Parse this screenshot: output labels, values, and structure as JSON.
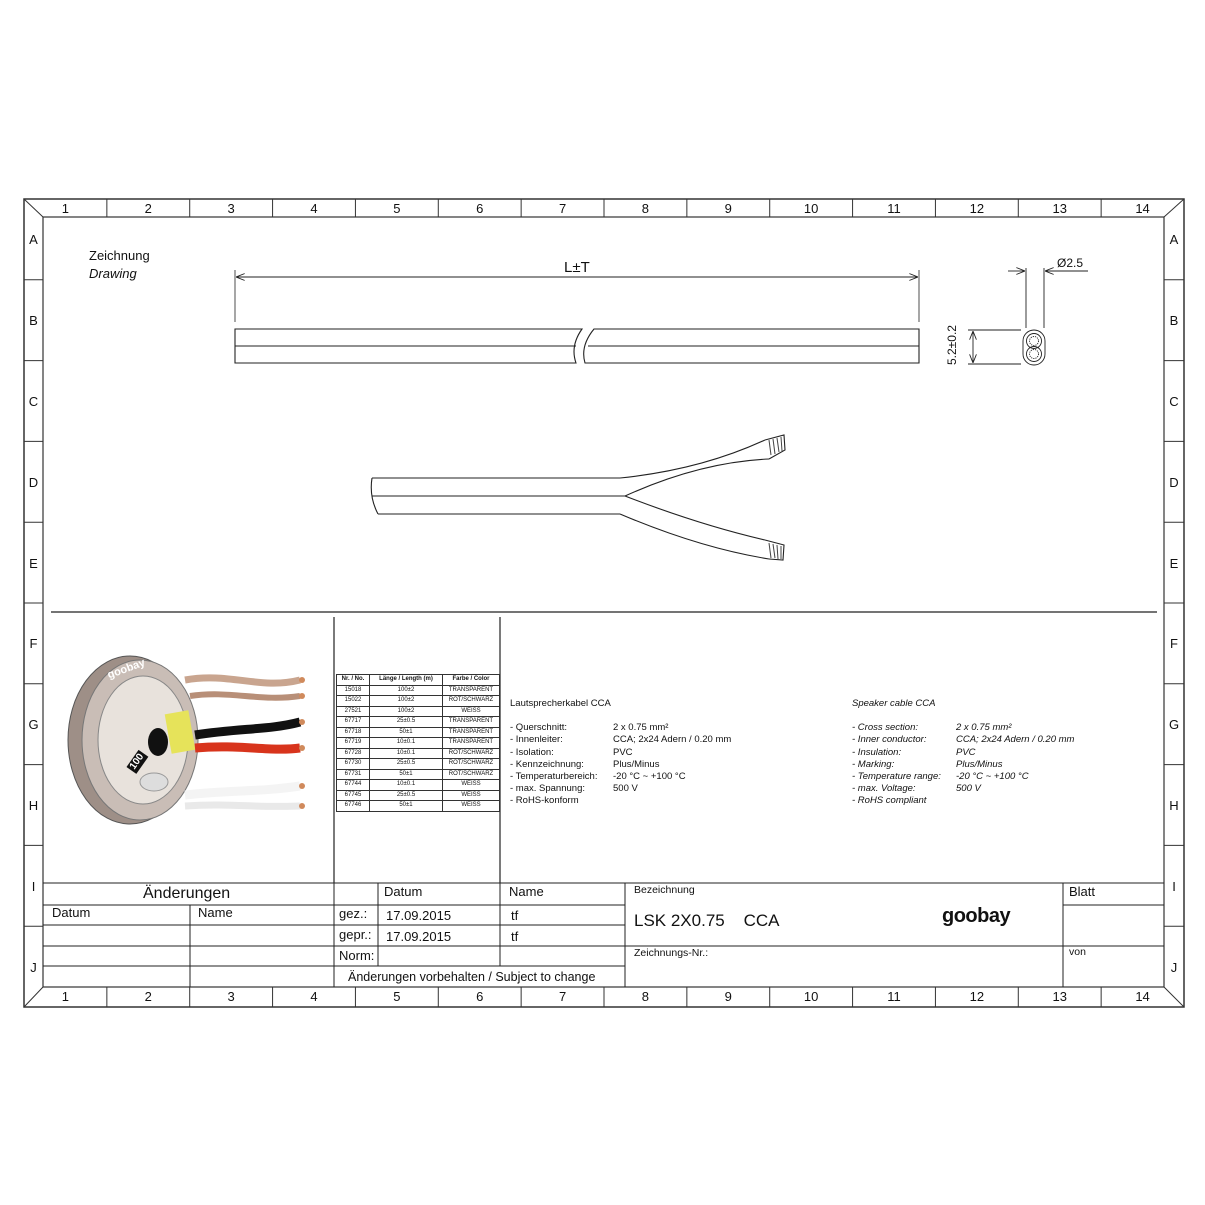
{
  "columns": [
    "1",
    "2",
    "3",
    "4",
    "5",
    "6",
    "7",
    "8",
    "9",
    "10",
    "11",
    "12",
    "13",
    "14"
  ],
  "rows": [
    "A",
    "B",
    "C",
    "D",
    "E",
    "F",
    "G",
    "H",
    "I",
    "J"
  ],
  "drawing_label": {
    "de": "Zeichnung",
    "en": "Drawing"
  },
  "dimensions": {
    "length": "L±T",
    "diameter": "Ø2.5",
    "height": "5.2±0.2"
  },
  "product_table": {
    "headers": [
      "Nr. / No.",
      "Länge / Length (m)",
      "Farbe / Color"
    ],
    "rows": [
      [
        "15018",
        "100±2",
        "TRANSPARENT"
      ],
      [
        "15022",
        "100±2",
        "ROT/SCHWARZ"
      ],
      [
        "27521",
        "100±2",
        "WEISS"
      ],
      [
        "67717",
        "25±0.5",
        "TRANSPARENT"
      ],
      [
        "67718",
        "50±1",
        "TRANSPARENT"
      ],
      [
        "67719",
        "10±0.1",
        "TRANSPARENT"
      ],
      [
        "67728",
        "10±0.1",
        "ROT/SCHWARZ"
      ],
      [
        "67730",
        "25±0.5",
        "ROT/SCHWARZ"
      ],
      [
        "67731",
        "50±1",
        "ROT/SCHWARZ"
      ],
      [
        "67744",
        "10±0.1",
        "WEISS"
      ],
      [
        "67745",
        "25±0.5",
        "WEISS"
      ],
      [
        "67746",
        "50±1",
        "WEISS"
      ]
    ]
  },
  "spec_de": {
    "title": "Lautsprecherkabel CCA",
    "rows": [
      [
        "- Querschnitt:",
        "2 x 0.75 mm²"
      ],
      [
        "- Innenleiter:",
        "CCA; 2x24 Adern / 0.20 mm"
      ],
      [
        "- Isolation:",
        "PVC"
      ],
      [
        "- Kennzeichnung:",
        "Plus/Minus"
      ],
      [
        "- Temperaturbereich:",
        "-20 °C ~ +100 °C"
      ],
      [
        "- max. Spannung:",
        "500 V"
      ],
      [
        "- RoHS-konform",
        ""
      ]
    ]
  },
  "spec_en": {
    "title": "Speaker cable CCA",
    "rows": [
      [
        "- Cross section:",
        "2 x 0.75 mm²"
      ],
      [
        "- Inner conductor:",
        "CCA; 2x24 Adern / 0.20 mm"
      ],
      [
        "- Insulation:",
        "PVC"
      ],
      [
        "- Marking:",
        "Plus/Minus"
      ],
      [
        "- Temperature range:",
        "-20 °C ~ +100 °C"
      ],
      [
        "- max. Voltage:",
        "500 V"
      ],
      [
        "- RoHS compliant",
        ""
      ]
    ]
  },
  "title_block": {
    "changes": "Änderungen",
    "col_date": "Datum",
    "col_name": "Name",
    "hdr_date": "Datum",
    "hdr_name": "Name",
    "drawn_label": "gez.:",
    "drawn_date": "17.09.2015",
    "drawn_name": "tf",
    "checked_label": "gepr.:",
    "checked_date": "17.09.2015",
    "checked_name": "tf",
    "norm_label": "Norm:",
    "subject_to_change": "Änderungen vorbehalten / Subject to change",
    "designation_label": "Bezeichnung",
    "designation": "LSK 2X0.75    CCA",
    "drawing_no_label": "Zeichnungs-Nr.:",
    "sheet_label": "Blatt",
    "of_label": "von",
    "logo": "goobay"
  },
  "photo": {
    "reel_brand": "goobay",
    "reel_length": "100"
  }
}
